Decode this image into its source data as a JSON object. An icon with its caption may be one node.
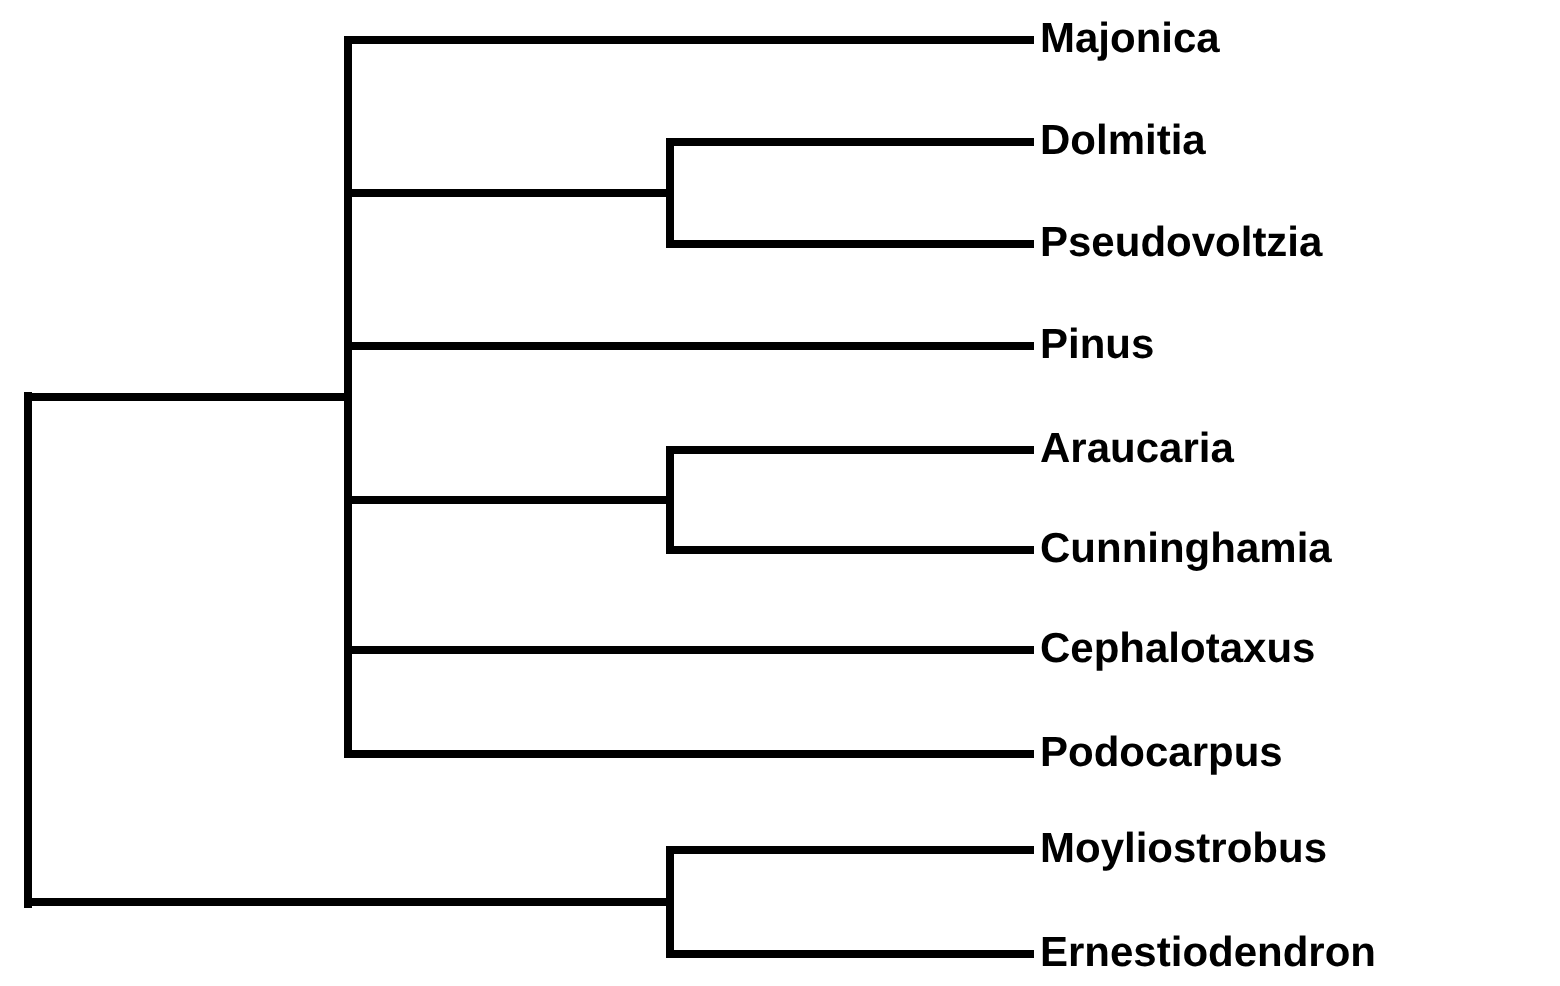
{
  "diagram": {
    "nodes": [
      {
        "text": [],
        "shape": "bar"
      },
      {
        "text": [],
        "shape": "bar"
      },
      {
        "text": [
          "Majonica"
        ]
      },
      {
        "text": [],
        "shape": "bar"
      },
      {
        "text": [
          "Dolmitia"
        ]
      },
      {
        "text": [
          "Pseudovoltzia"
        ]
      },
      {
        "text": [
          "Pinus"
        ]
      },
      {
        "text": [],
        "shape": "bar"
      },
      {
        "text": [
          "Araucaria"
        ]
      },
      {
        "text": [
          "Cunninghamia"
        ]
      },
      {
        "text": [
          "Cephalotaxus"
        ]
      },
      {
        "text": [
          "Podocarpus"
        ]
      },
      {
        "text": [],
        "shape": "bar"
      },
      {
        "text": [
          "Moyliostrobus"
        ]
      },
      {
        "text": [
          "Ernestiodendron"
        ]
      }
    ],
    "edges": [
      {
        "from": 0,
        "to": 1,
        "arrow": "none"
      },
      {
        "from": 0,
        "to": 12,
        "arrow": "none"
      },
      {
        "from": 1,
        "to": 2,
        "arrow": "none"
      },
      {
        "from": 1,
        "to": 3,
        "arrow": "none"
      },
      {
        "from": 3,
        "to": 4,
        "arrow": "none"
      },
      {
        "from": 3,
        "to": 5,
        "arrow": "none"
      },
      {
        "from": 1,
        "to": 6,
        "arrow": "none"
      },
      {
        "from": 1,
        "to": 7,
        "arrow": "none"
      },
      {
        "from": 7,
        "to": 8,
        "arrow": "none"
      },
      {
        "from": 7,
        "to": 9,
        "arrow": "none"
      },
      {
        "from": 1,
        "to": 10,
        "arrow": "none"
      },
      {
        "from": 1,
        "to": 11,
        "arrow": "none"
      },
      {
        "from": 12,
        "to": 13,
        "arrow": "none"
      },
      {
        "from": 12,
        "to": 14,
        "arrow": "none"
      }
    ]
  }
}
